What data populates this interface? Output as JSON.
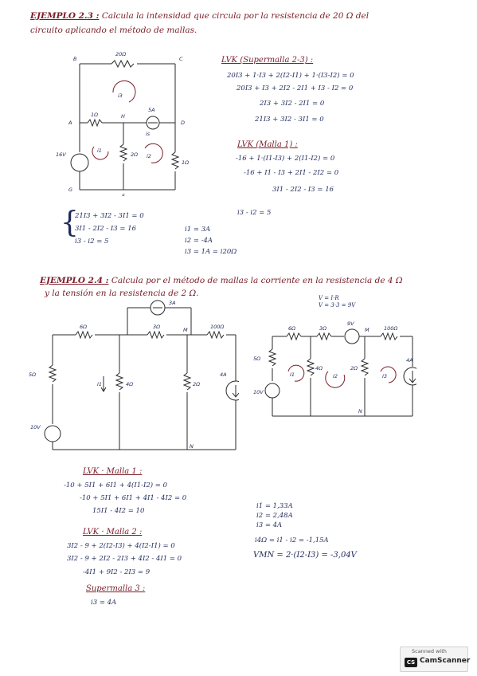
{
  "ex23": {
    "number": "EJEMPLO 2.3 :",
    "statement": "Calcula la intensidad que circula por la resistencia de 20 Ω del",
    "statement2": "circuito aplicando el método de mallas.",
    "circuit": {
      "r_top": "20Ω",
      "r_ah": "1Ω",
      "r_mid": "2Ω",
      "r_right": "1Ω",
      "v_source": "16V",
      "i_source": "5A",
      "i_s": "is",
      "nodes": [
        "B",
        "C",
        "A",
        "H",
        "D",
        "G",
        "F"
      ],
      "loops": [
        "i3",
        "i1",
        "i2"
      ]
    },
    "lvk_super_title": "LVK (Supermalla 2-3) :",
    "lvk_super": [
      "20I3 + 1·I3 + 2(I2-I1) + 1·(I3-I2) = 0",
      "20I3 + I3 + 2I2 - 2I1 + I3 - I2 = 0",
      "2I3 + 3I2 - 2I1 = 0",
      "21I3 + 3I2 - 3I1 = 0"
    ],
    "lvk_m1_title": "LVK (Malla 1) :",
    "lvk_m1": [
      "-16 + 1·(I1-I3) + 2(I1-I2) = 0",
      "-16 + I1 - I3 + 2I1 - 2I2 = 0",
      "3I1 - 2I2 - I3 = 16"
    ],
    "constraint": "i3 - i2 = 5",
    "system": [
      "21I3 + 3I2 - 3I1 = 0",
      "3I1 - 2I2 - I3 = 16",
      "i3 - i2 = 5"
    ],
    "results": [
      "i1 = 3A",
      "i2 = -4A",
      "i3 = 1A = i20Ω"
    ]
  },
  "ex24": {
    "number": "EJEMPLO 2.4 :",
    "statement": "Calcula por el método de mallas la corriente en la resistencia de 4 Ω",
    "statement2": "y la tensión en la resistencia de 2 Ω.",
    "circuit_left": {
      "r1": "6Ω",
      "r2": "3Ω",
      "r3": "100Ω",
      "r_left": "5Ω",
      "r_mid": "4Ω",
      "r_right": "2Ω",
      "v_source": "10V",
      "i_src_top": "3A",
      "i_src_right": "4A",
      "node_m": "M",
      "node_n": "N",
      "i_label": "I1"
    },
    "circuit_right": {
      "ohm_note1": "V = I·R",
      "ohm_note2": "V = 3·3 = 9V",
      "r1": "6Ω",
      "r2": "3Ω",
      "r3": "100Ω",
      "r_left": "5Ω",
      "r_mid": "4Ω",
      "r_right": "2Ω",
      "v_source": "10V",
      "v_dep": "9V",
      "i_src": "4A",
      "node_m": "M",
      "node_n": "N",
      "loops": [
        "I1",
        "I2",
        "I3"
      ]
    },
    "lvk_m1_title": "LVK · Malla 1 :",
    "lvk_m1": [
      "-10 + 5I1 + 6I1 + 4(I1-I2) = 0",
      "-10 + 5I1 + 6I1 + 4I1 - 4I2 = 0",
      "15I1 - 4I2 = 10"
    ],
    "lvk_m2_title": "LVK · Malla 2 :",
    "lvk_m2": [
      "3I2 - 9 + 2(I2-I3) + 4(I2-I1) = 0",
      "3I2 - 9 + 2I2 - 2I3 + 4I2 - 4I1 = 0",
      "-4I1 + 9I2 - 2I3 = 9"
    ],
    "super_title": "Supermalla 3 :",
    "super_eq": "i3 = 4A",
    "results": [
      "i1 = 1,33A",
      "i2 = 2,48A",
      "i3 = 4A"
    ],
    "i4": "i4Ω = i1 - i2 = -1,15A",
    "vmn": "VMN = 2·(I2-I3) = -3,04V"
  },
  "watermark": {
    "scanned": "Scanned with",
    "brand": "CamScanner",
    "logo": "CS"
  }
}
